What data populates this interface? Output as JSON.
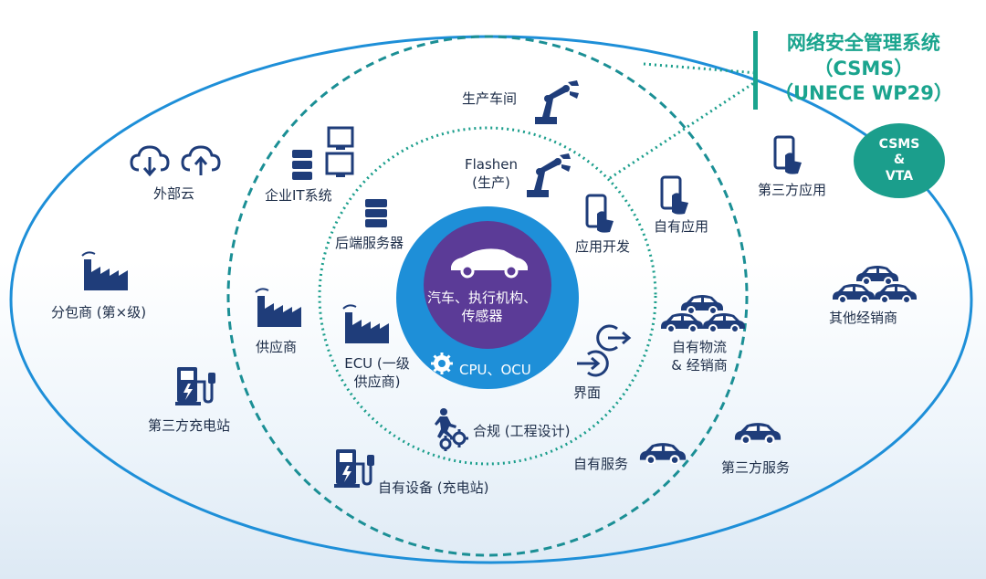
{
  "title": {
    "line1": "网络安全管理系统",
    "line2": "（CSMS）",
    "line3": "（UNECE WP29）"
  },
  "badge": {
    "line1": "CSMS",
    "line2": "&",
    "line3": "VTA"
  },
  "core": {
    "text_line1": "汽车、执行机构、",
    "text_line2": "传感器",
    "cpu": "CPU、OCU"
  },
  "inner": {
    "flashen_line1": "Flashen",
    "flashen_line2": "(生产)",
    "backend": "后端服务器",
    "app_dev": "应用开发",
    "ecu_line1": "ECU (一级",
    "ecu_line2": "供应商)",
    "interface": "界面",
    "compliance": "合规 (工程设计)"
  },
  "middle": {
    "production": "生产车间",
    "enterprise_it": "企业IT系统",
    "own_apps": "自有应用",
    "supplier": "供应商",
    "own_logistics_line1": "自有物流",
    "own_logistics_line2": "& 经销商",
    "own_services": "自有服务",
    "own_equipment": "自有设备 (充电站)"
  },
  "outer": {
    "external_cloud": "外部云",
    "third_party_apps": "第三方应用",
    "subcontractor": "分包商 (第×级)",
    "other_dealers": "其他经销商",
    "third_party_charging": "第三方充电站",
    "third_party_services": "第三方服务"
  },
  "colors": {
    "navy": "#1f3d7a",
    "teal": "#1aa48e",
    "core_blue": "#1e8fd8",
    "core_purple": "#5b3b97"
  }
}
